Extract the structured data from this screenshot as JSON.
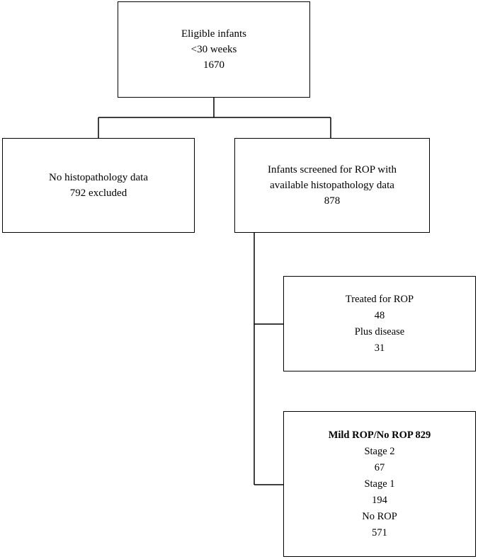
{
  "flowchart": {
    "eligible": {
      "lines": [
        "Eligible infants",
        "<30 weeks",
        "1670"
      ]
    },
    "excluded": {
      "lines": [
        "No histopathology data",
        "792 excluded"
      ]
    },
    "screened": {
      "lines": [
        "Infants screened for ROP with",
        "available histopathology data",
        "878"
      ]
    },
    "treated": {
      "lines": [
        "Treated for ROP",
        "48",
        "Plus disease",
        "31"
      ]
    },
    "mild": {
      "title": "Mild ROP/No ROP 829",
      "lines": [
        "Stage 2",
        "67",
        "Stage 1",
        "194",
        "No ROP",
        "571"
      ]
    }
  }
}
